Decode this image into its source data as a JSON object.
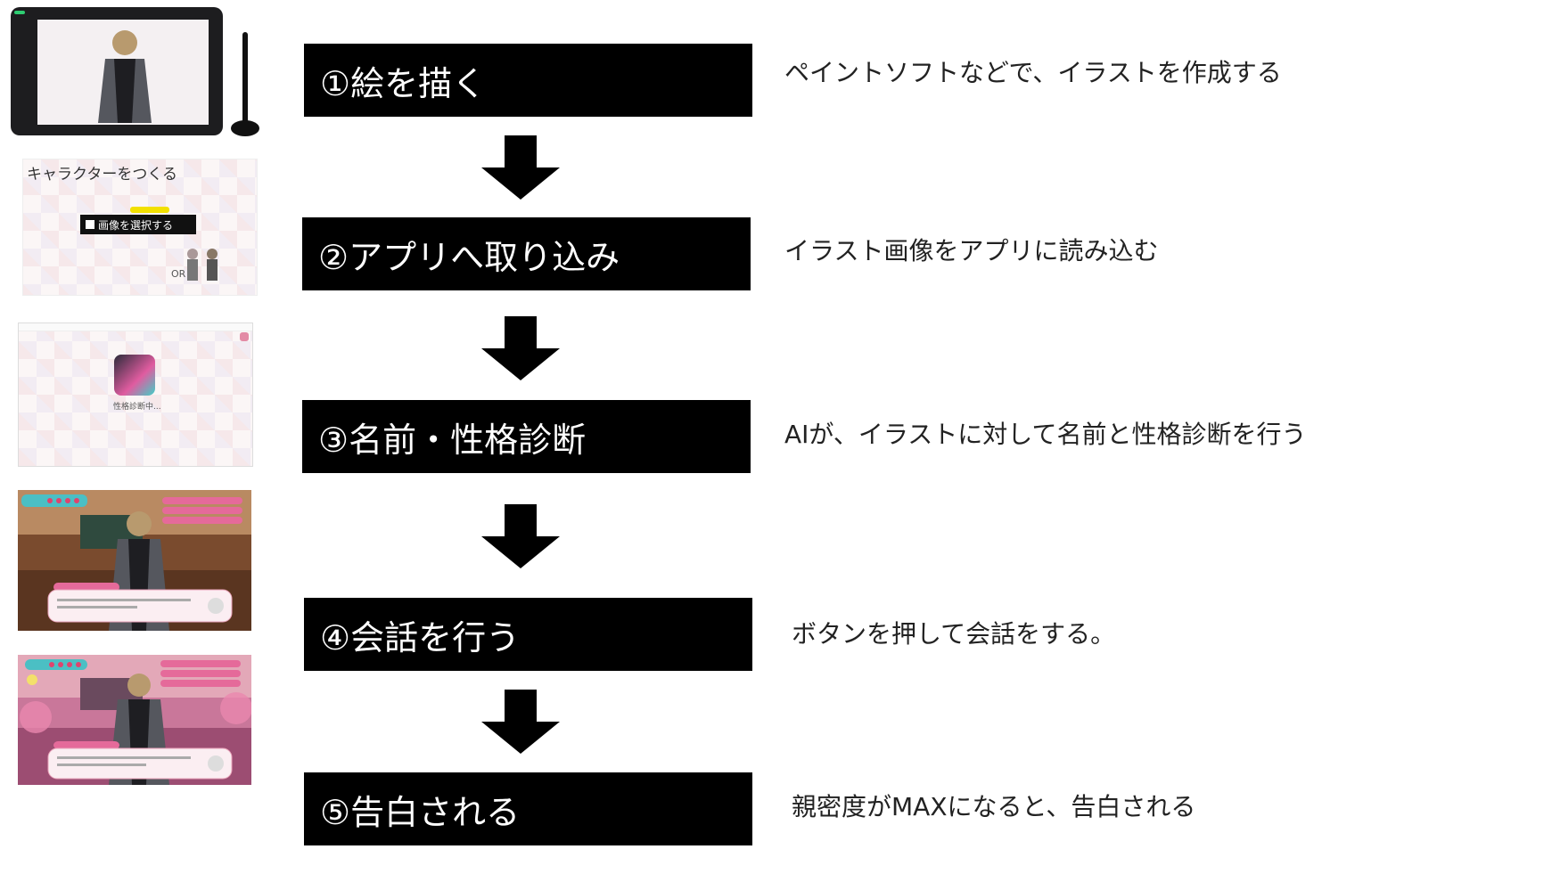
{
  "steps": [
    {
      "label": "①絵を描く",
      "description": "ペイントソフトなどで、イラストを作成する"
    },
    {
      "label": "②アプリへ取り込み",
      "description": "イラスト画像をアプリに読み込む"
    },
    {
      "label": "③名前・性格診断",
      "description": "AIが、イラストに対して名前と性格診断を行う"
    },
    {
      "label": "④会話を行う",
      "description": "ボタンを押して会話をする。"
    },
    {
      "label": "⑤告白される",
      "description": "親密度がMAXになると、告白される"
    }
  ],
  "thumb2": {
    "title": "キャラクターをつくる",
    "button": "画像を選択する",
    "or": "OR"
  },
  "thumb3": {
    "caption": "性格診断中..."
  },
  "colors": {
    "box": "#000000",
    "pink": "#e56a9a",
    "teal": "#4bbfc4",
    "classroom": "#8a5a3a"
  }
}
